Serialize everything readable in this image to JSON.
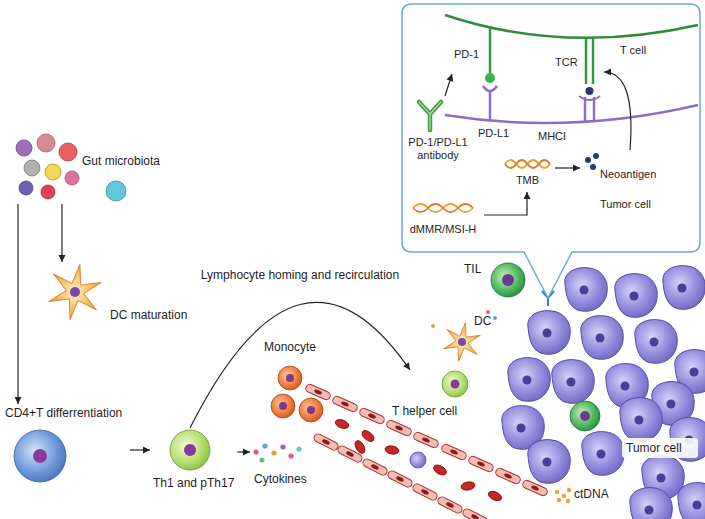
{
  "diagram": {
    "nodes": [
      {
        "text": [
          "Gut microbiota"
        ]
      },
      {
        "text": [
          "DC maturation"
        ]
      },
      {
        "text": [
          "CD4+T differrentiation"
        ]
      },
      {
        "text": [
          "Th1 and pTh17"
        ]
      },
      {
        "text": [
          "Cytokines"
        ]
      },
      {
        "text": [
          "T helper cell"
        ]
      },
      {
        "text": [
          "Monocyte"
        ]
      },
      {
        "text": [
          "DC"
        ]
      },
      {
        "text": [
          "TIL"
        ]
      },
      {
        "text": [
          "Tumor cell"
        ]
      },
      {
        "text": [
          "ctDNA"
        ]
      },
      {
        "text": [
          "PD-1/PD-L1 antibody"
        ]
      },
      {
        "text": [
          "PD-1"
        ]
      },
      {
        "text": [
          "TCR"
        ]
      },
      {
        "text": [
          "TMB"
        ]
      },
      {
        "text": [
          "dMMR/MSI-H"
        ]
      },
      {
        "text": [
          "Neoantigen"
        ]
      }
    ],
    "edges": [
      {
        "from": 0,
        "to": 1,
        "arrow": "to"
      },
      {
        "from": 0,
        "to": 2,
        "arrow": "to"
      },
      {
        "from": 2,
        "to": 3,
        "arrow": "to"
      },
      {
        "from": 3,
        "to": 4,
        "arrow": "to"
      },
      {
        "from": 3,
        "to": 5,
        "label": "Lymphocyte homing and recirculation",
        "arrow": "to"
      },
      {
        "from": 11,
        "to": 12,
        "arrow": "to"
      },
      {
        "from": 15,
        "to": 14,
        "arrow": "to"
      },
      {
        "from": 14,
        "to": 16,
        "arrow": "to"
      },
      {
        "from": 16,
        "to": 13,
        "arrow": "to"
      }
    ],
    "labels": [
      "T cell",
      "PD-L1",
      "MHCI",
      "Tumor cell"
    ]
  }
}
